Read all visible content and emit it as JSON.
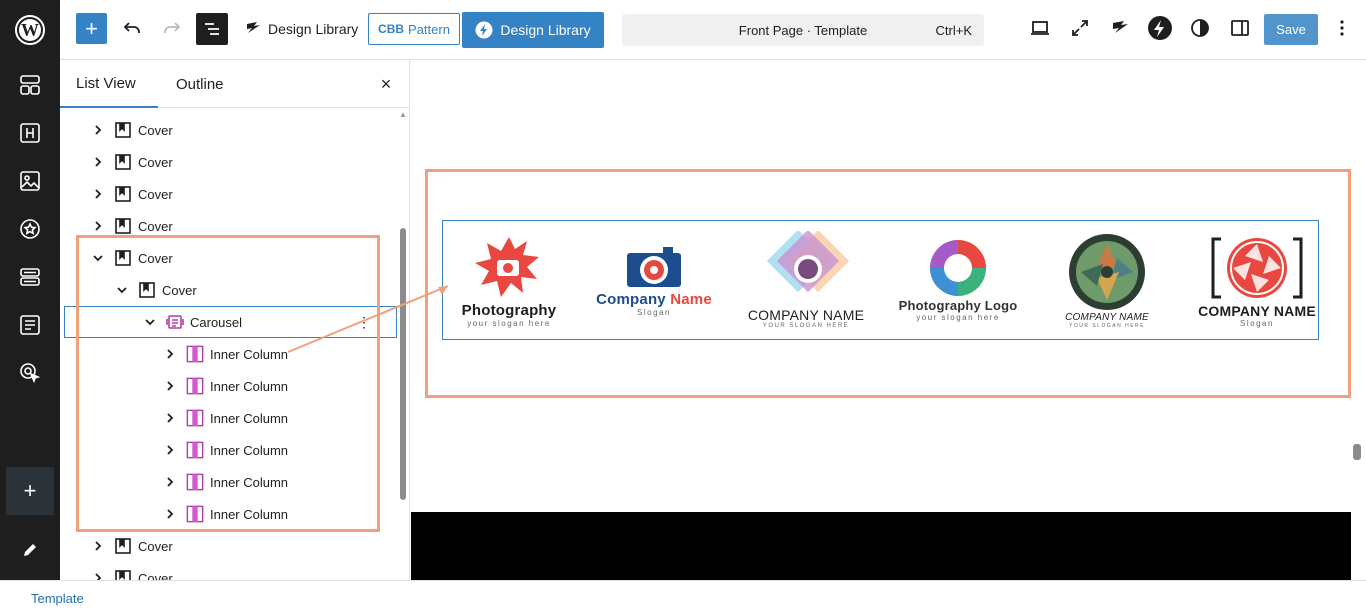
{
  "toolbar": {
    "design_library_label": "Design Library",
    "pattern_label": "Pattern",
    "pattern_badge": "CBB",
    "design_library_button": "Design Library",
    "command_title": "Front Page · Template",
    "command_shortcut": "Ctrl+K",
    "save_label": "Save"
  },
  "panel": {
    "tabs": [
      "List View",
      "Outline"
    ],
    "close_glyph": "×",
    "rows": [
      {
        "label": "Cover"
      },
      {
        "label": "Cover"
      },
      {
        "label": "Cover"
      },
      {
        "label": "Cover"
      },
      {
        "label": "Cover"
      },
      {
        "label": "Cover"
      },
      {
        "label": "Carousel"
      },
      {
        "label": "Inner Column"
      },
      {
        "label": "Inner Column"
      },
      {
        "label": "Inner Column"
      },
      {
        "label": "Inner Column"
      },
      {
        "label": "Inner Column"
      },
      {
        "label": "Inner Column"
      },
      {
        "label": "Cover"
      },
      {
        "label": "Cover"
      }
    ]
  },
  "canvas": {
    "logos": [
      {
        "name": "Photography",
        "sub": "your slogan here"
      },
      {
        "name": "Company Name",
        "sub": "Slogan"
      },
      {
        "name": "COMPANY NAME",
        "sub": "YOUR SLOGAN HERE"
      },
      {
        "name": "Photography Logo",
        "sub": "your slogan here"
      },
      {
        "name": "COMPANY NAME",
        "sub": "YOUR SLOGAN HERE"
      },
      {
        "name": "COMPANY NAME",
        "sub": "Slogan"
      }
    ]
  },
  "statusbar": {
    "breadcrumb": "Template"
  },
  "colors": {
    "accent": "#3582c4",
    "annotation": "#f0a07a",
    "admin_bg": "#1e1e1e"
  }
}
